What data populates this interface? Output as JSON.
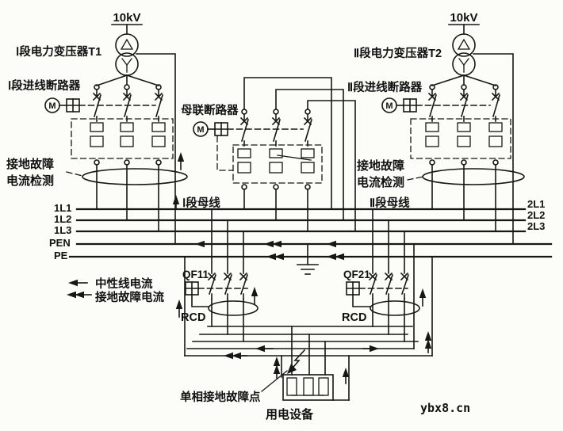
{
  "voltage": "10kV",
  "motor": "M",
  "rcd": "RCD",
  "sec1": {
    "transformer": "Ⅰ段电力变压器T1",
    "incoming_breaker": "Ⅰ段进线断路器",
    "detect1": "接地故障",
    "detect2": "电流检测",
    "bus": "Ⅰ段母线",
    "qf": "QF11"
  },
  "sec2": {
    "transformer": "Ⅱ段电力变压器T2",
    "incoming_breaker": "Ⅱ段进线断路器",
    "detect1": "接地故障",
    "detect2": "电流检测",
    "bus": "Ⅱ段母线",
    "qf": "QF21"
  },
  "bus_tie": "母联断路器",
  "bus_labels_left": [
    "1L1",
    "1L2",
    "1L3",
    "PEN",
    "PE"
  ],
  "bus_labels_right": [
    "2L1",
    "2L2",
    "2L3"
  ],
  "legend": {
    "neutral": "中性线电流",
    "fault": "接地故障电流"
  },
  "load": {
    "fault_point": "单相接地故障点",
    "equipment": "用电设备"
  },
  "watermark": "ybx8.cn"
}
